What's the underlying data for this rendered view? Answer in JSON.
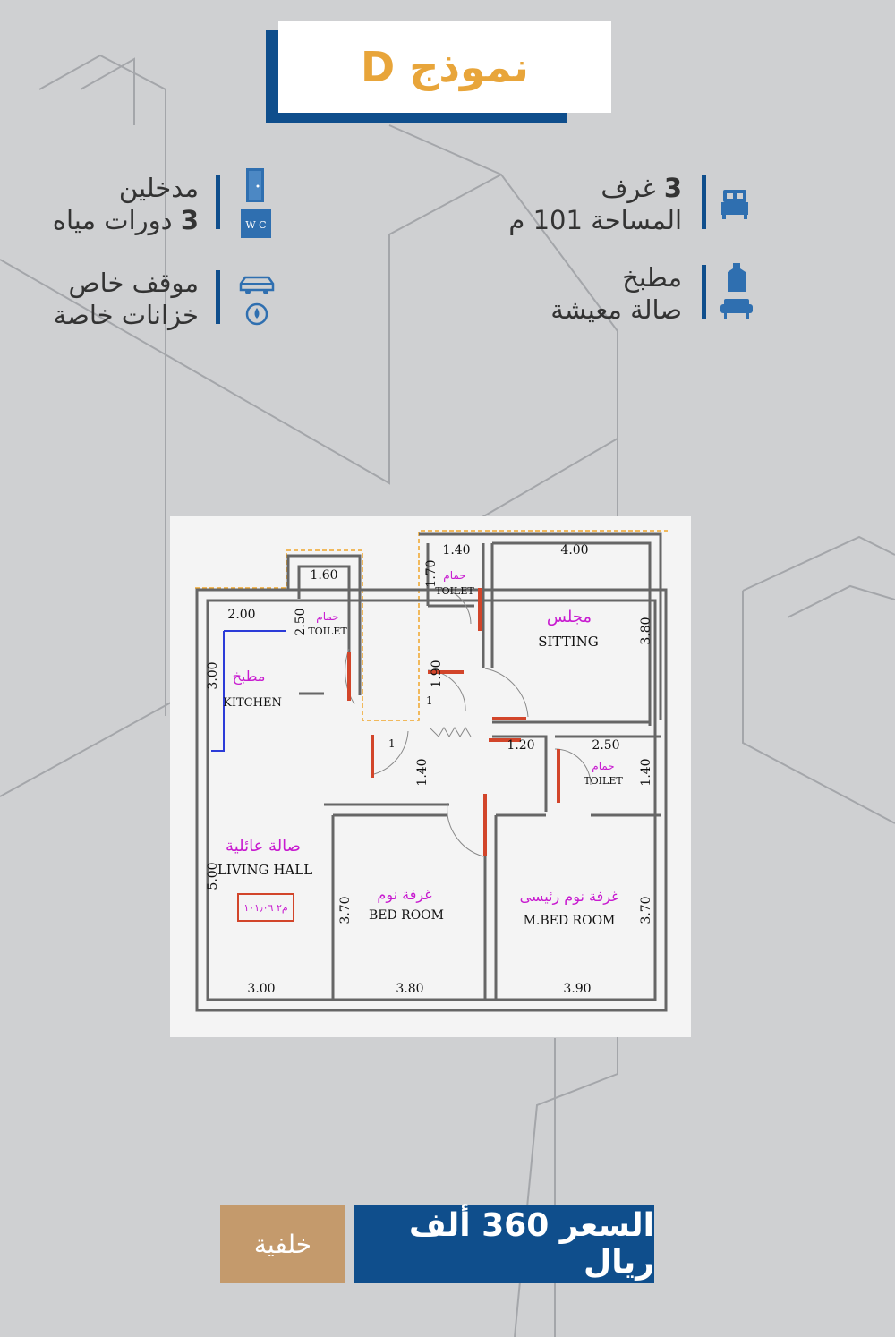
{
  "title": "نموذج D",
  "features": {
    "right_top": {
      "line1_num": "3",
      "line1_text": "غرف",
      "line2": "المساحة 101 م"
    },
    "left_top": {
      "line1": "مدخلين",
      "line2_num": "3",
      "line2_text": "دورات مياه"
    },
    "right_bottom": {
      "line1": "مطبخ",
      "line2": "صالة معيشة"
    },
    "left_bottom": {
      "line1": "موقف خاص",
      "line2": "خزانات خاصة"
    },
    "wc_label": "W C"
  },
  "plan": {
    "rooms": {
      "kitchen_ar": "مطبخ",
      "kitchen_en": "KITCHEN",
      "toilet1_ar": "حمام",
      "toilet1_en": "TOILET",
      "toilet2_ar": "حمام",
      "toilet2_en": "TOILET",
      "toilet3_ar": "حمام",
      "toilet3_en": "TOILET",
      "sitting_ar": "مجلس",
      "sitting_en": "SITTING",
      "living_ar": "صالة عائلية",
      "living_en": "LIVING HALL",
      "bed_ar": "غرفة نوم",
      "bed_en": "BED ROOM",
      "mbed_ar": "غرفة نوم رئيسى",
      "mbed_en": "M.BED ROOM",
      "area_stamp": "م٢ ١٠١٫٠٦"
    },
    "dims": {
      "d_140_top": "1.40",
      "d_400": "4.00",
      "d_160": "1.60",
      "d_200": "2.00",
      "d_250_v": "2.50",
      "d_300_v": "3.00",
      "d_170": "1.70",
      "d_190": "1.90",
      "d_380_v": "3.80",
      "d_120": "1.20",
      "d_250_h": "2.50",
      "d_140_v1": "1.40",
      "d_140_v2": "1.40",
      "d_500": "5.00",
      "d_370_a": "3.70",
      "d_370_b": "3.70",
      "d_300_h": "3.00",
      "d_380_h": "3.80",
      "d_390": "3.90",
      "door1": "1",
      "door2": "1"
    }
  },
  "buttons": {
    "background": "خلفية",
    "price": "السعر 360 ألف ريال"
  },
  "colors": {
    "navy": "#0f4e8c",
    "gold": "#e8a53a",
    "beige": "#c49a6c",
    "magenta": "#c81bd0",
    "door_red": "#d2452a"
  }
}
